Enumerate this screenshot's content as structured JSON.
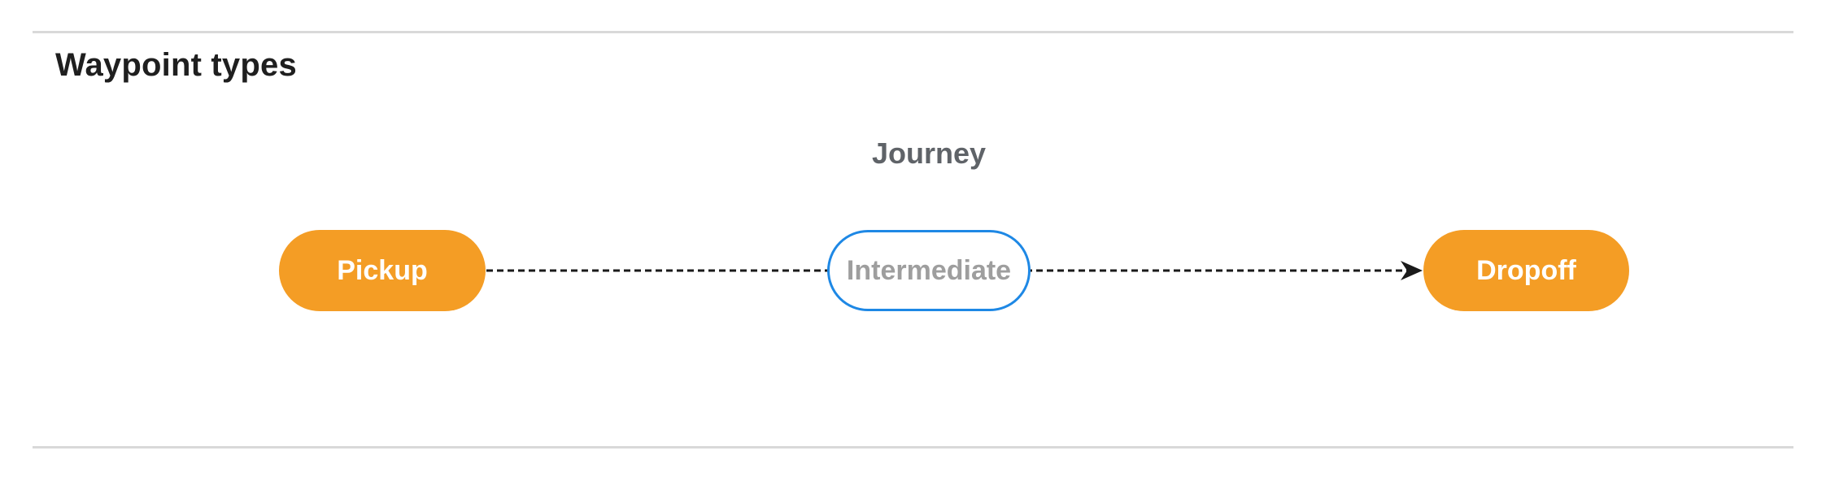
{
  "section": {
    "title": "Waypoint types"
  },
  "diagram": {
    "group_label": "Journey",
    "nodes": [
      {
        "id": "pickup",
        "label": "Pickup",
        "style": "filled",
        "fill": "#f49d25",
        "text_color": "#ffffff"
      },
      {
        "id": "intermediate",
        "label": "Intermediate",
        "style": "outlined",
        "fill": "#ffffff",
        "border_color": "#1e88e5",
        "text_color": "#9e9e9e"
      },
      {
        "id": "dropoff",
        "label": "Dropoff",
        "style": "filled",
        "fill": "#f49d25",
        "text_color": "#ffffff"
      }
    ],
    "connector": {
      "style": "dashed",
      "color": "#1a1a1a",
      "direction": "left-to-right",
      "arrowhead_at": "dropoff"
    }
  },
  "colors": {
    "background": "#ffffff",
    "heading_text": "#1f1f1f",
    "journey_label_text": "#5f6368",
    "node_fill_orange": "#f49d25",
    "node_border_blue": "#1e88e5",
    "intermediate_text_gray": "#9e9e9e",
    "connector_black": "#1a1a1a",
    "divider_gray": "#d9d9d9"
  }
}
